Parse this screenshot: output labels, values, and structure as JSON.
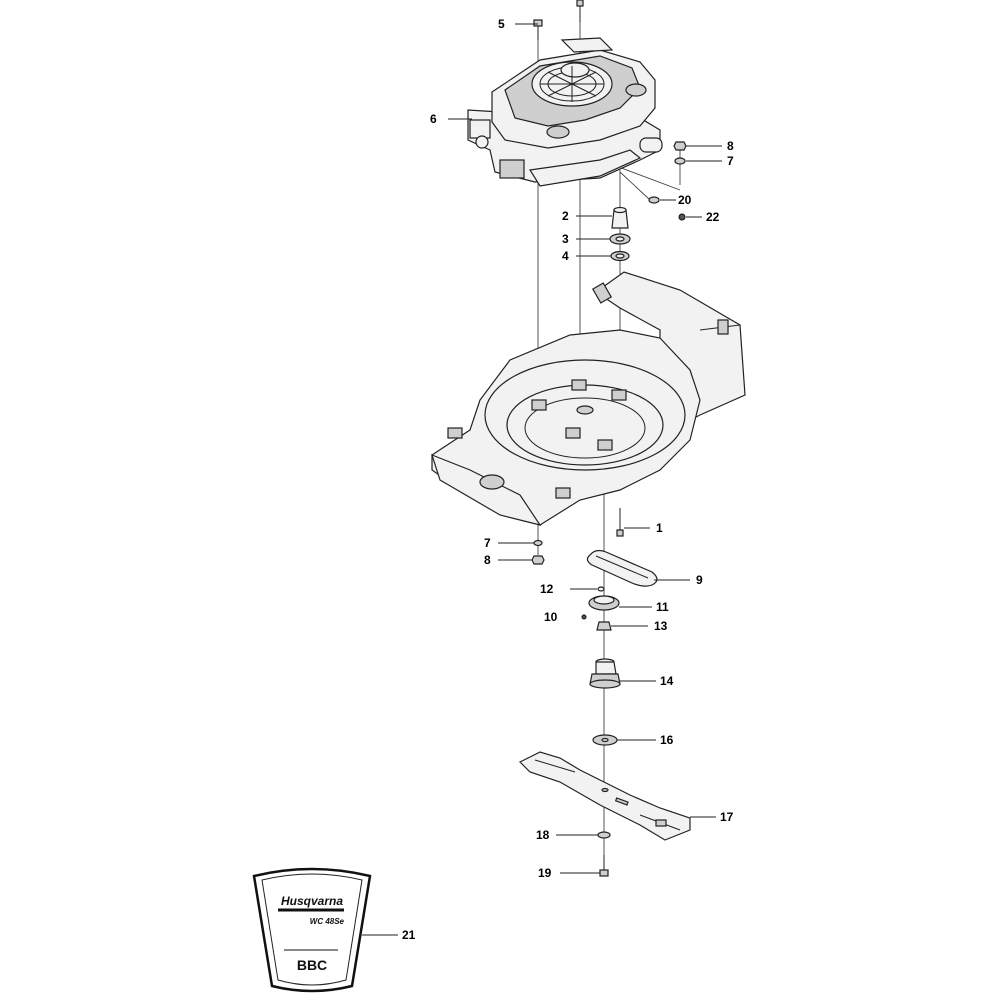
{
  "callouts": [
    "1",
    "2",
    "3",
    "4",
    "5",
    "6",
    "7",
    "7",
    "8",
    "8",
    "9",
    "10",
    "11",
    "12",
    "13",
    "14",
    "16",
    "17",
    "18",
    "19",
    "20",
    "21",
    "22"
  ],
  "decal": {
    "brand": "Husqvarna",
    "model": "WC 48Se",
    "badge": "BBC"
  }
}
